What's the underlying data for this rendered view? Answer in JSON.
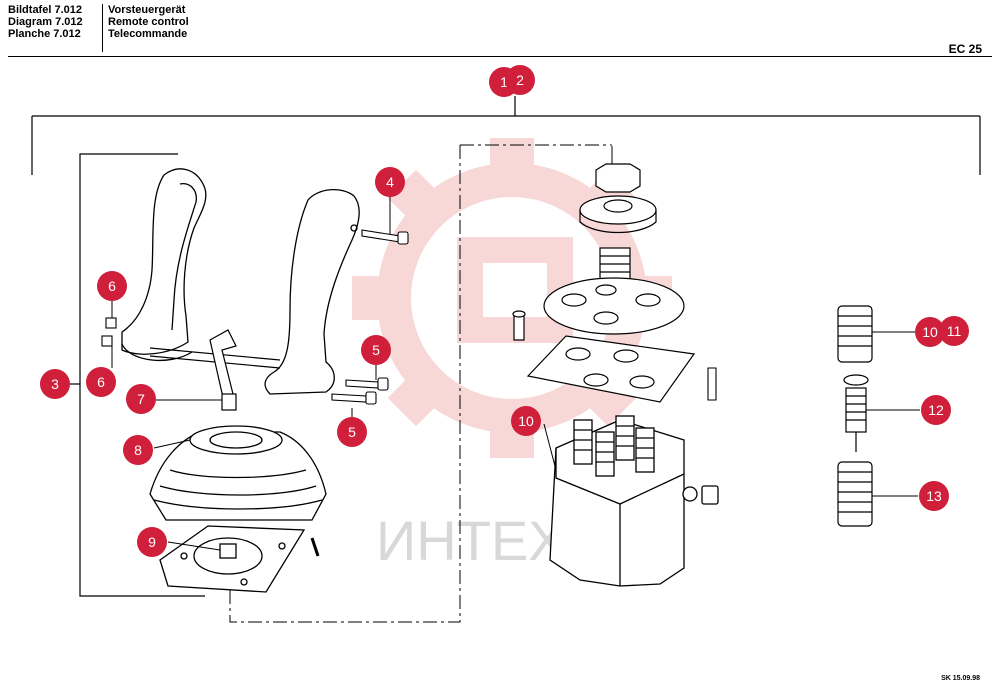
{
  "header": {
    "rows": [
      {
        "label": "Bildtafel  7.012",
        "title": "Vorsteuergerät"
      },
      {
        "label": "Diagram 7.012",
        "title": "Remote control"
      },
      {
        "label": "Planche  7.012",
        "title": "Telecommande"
      }
    ],
    "model": "EC 25"
  },
  "watermark": "ИНТЕХ",
  "footer": "SK 15.09.98",
  "callouts": [
    "1",
    "2",
    "3",
    "4",
    "5",
    "5",
    "6",
    "6",
    "7",
    "8",
    "9",
    "10",
    "10",
    "11",
    "12",
    "13"
  ],
  "colors": {
    "callout": "#cf1f3a",
    "watermark": "#f4b8b8"
  }
}
